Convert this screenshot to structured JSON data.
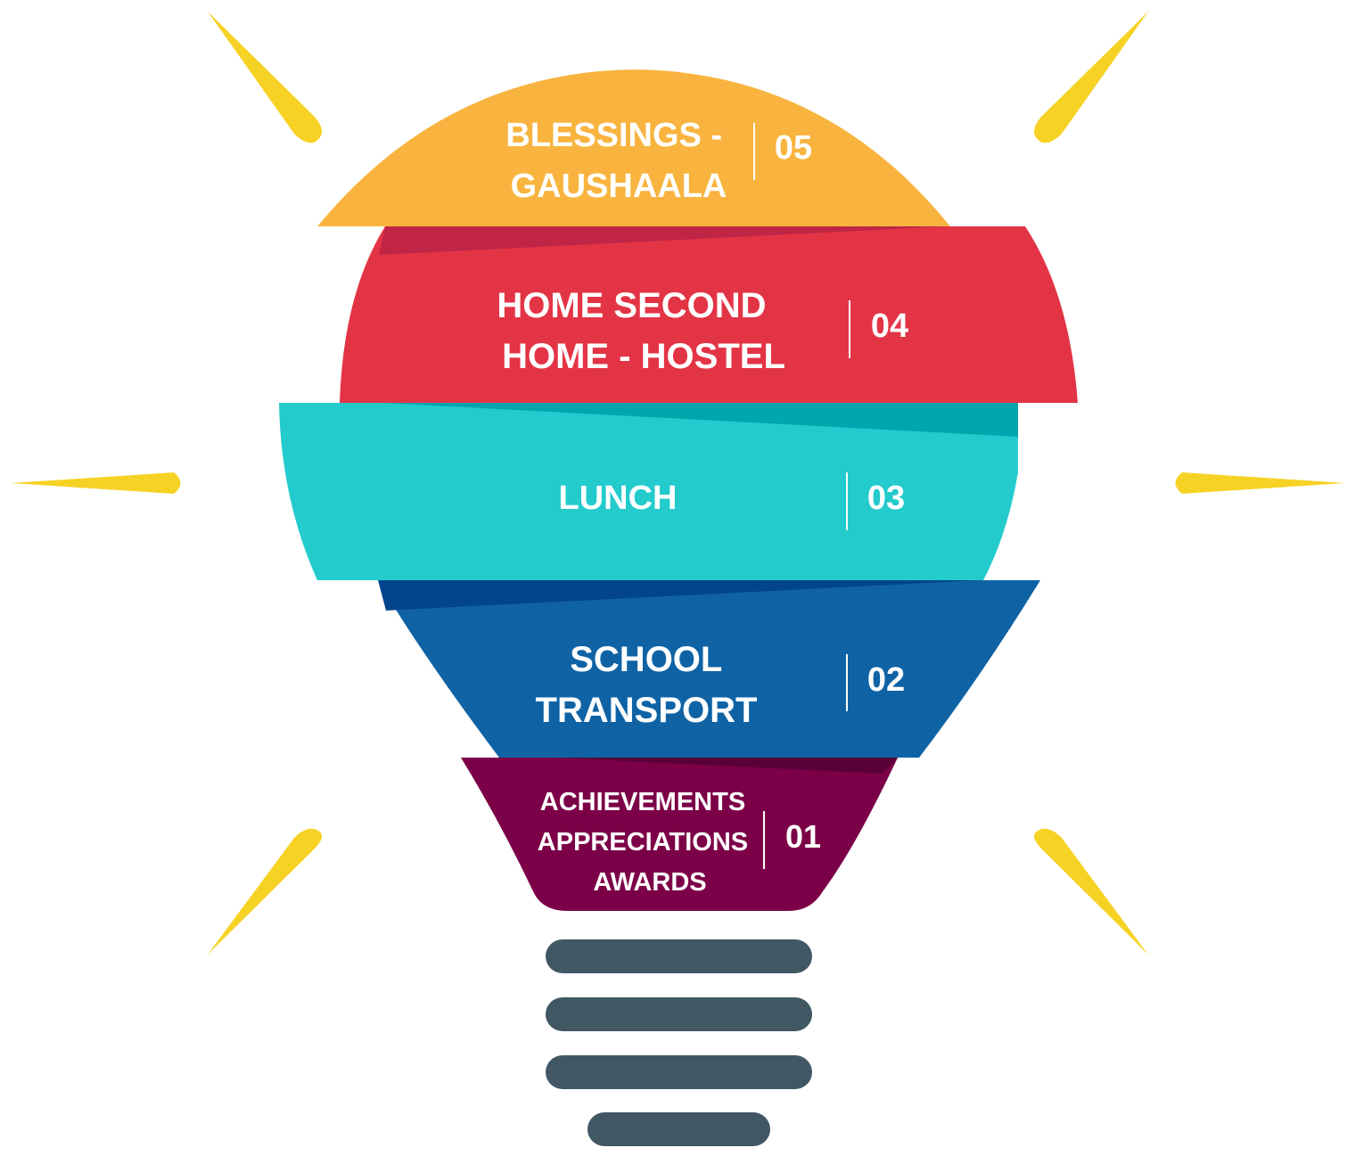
{
  "colors": {
    "ray": "#f6d225",
    "level_05": "#f8b43f",
    "level_04": "#e33446",
    "level_04_shade": "#c02546",
    "level_03": "#23cbcd",
    "level_03_shade": "#00a5ae",
    "level_02": "#0f63a5",
    "level_02_shade": "#02448e",
    "level_01": "#7c0048",
    "level_01_shade": "#5a0039",
    "base": "#415764",
    "text": "#ffffff"
  },
  "levels": [
    {
      "number": "05",
      "lines": [
        "BLESSINGS -",
        "GAUSHAALA"
      ]
    },
    {
      "number": "04",
      "lines": [
        "HOME SECOND",
        "HOME - HOSTEL"
      ]
    },
    {
      "number": "03",
      "lines": [
        "LUNCH"
      ]
    },
    {
      "number": "02",
      "lines": [
        "SCHOOL",
        "TRANSPORT"
      ]
    },
    {
      "number": "01",
      "lines": [
        "ACHIEVEMENTS",
        "APPRECIATIONS",
        "AWARDS"
      ]
    }
  ]
}
